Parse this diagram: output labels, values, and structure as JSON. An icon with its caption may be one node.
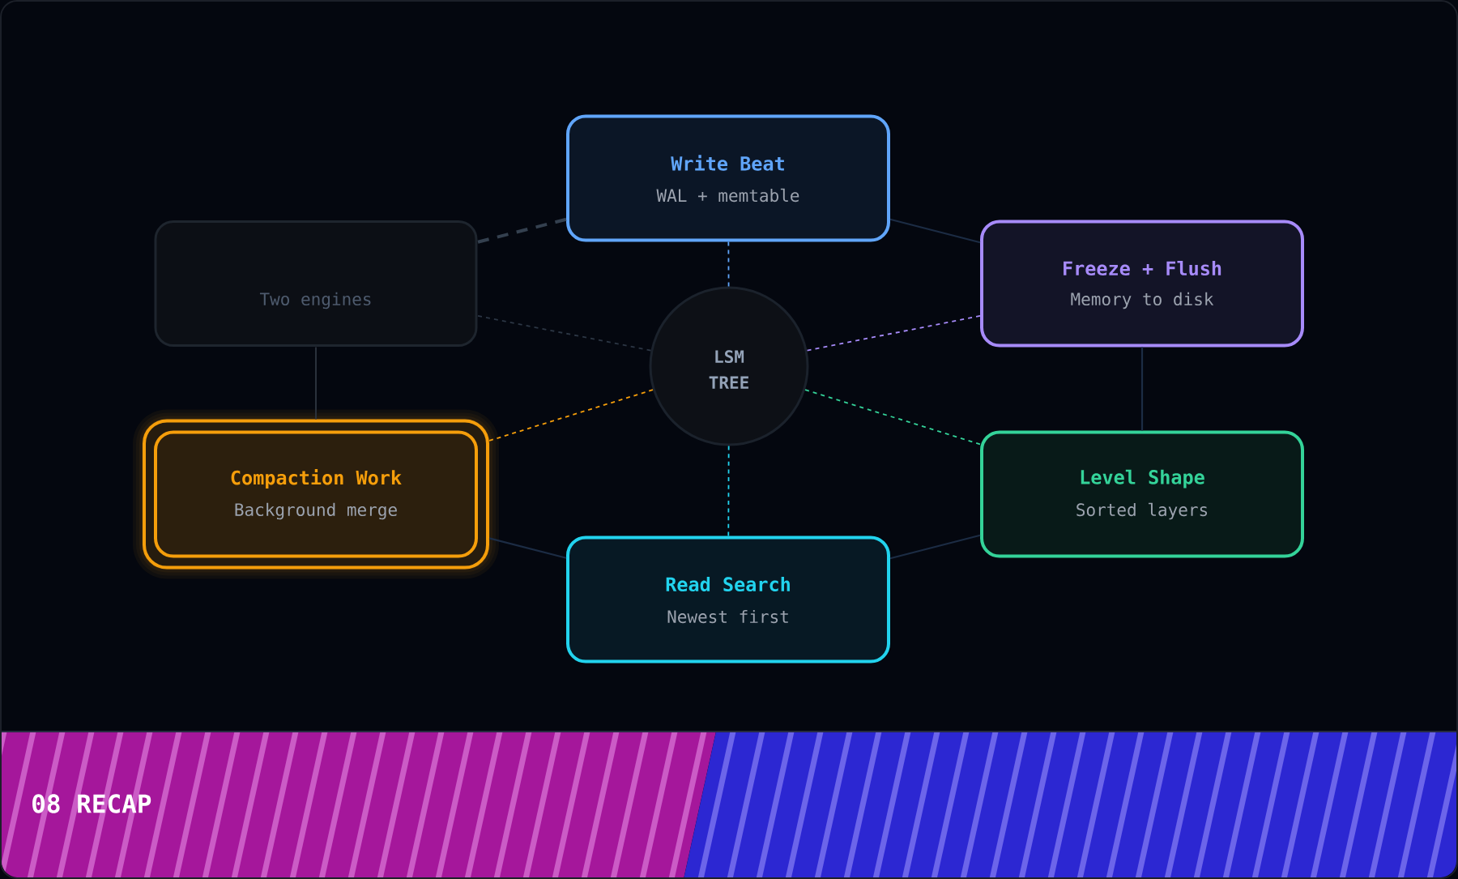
{
  "diagram": {
    "nodes": [
      {
        "text": [
          "Write Beat",
          "WAL + memtable"
        ]
      },
      {
        "text": [
          "Two engines"
        ]
      },
      {
        "text": [
          "Freeze + Flush",
          "Memory to disk"
        ]
      },
      {
        "text": [
          "LSM TREE"
        ]
      },
      {
        "text": [
          "Compaction Work",
          "Background merge"
        ]
      },
      {
        "text": [
          "Level Shape",
          "Sorted layers"
        ]
      },
      {
        "text": [
          "Read Search",
          "Newest first"
        ]
      }
    ],
    "edges": [
      {
        "from": 0,
        "to": 2,
        "arrow": "none"
      },
      {
        "from": 2,
        "to": 5,
        "arrow": "none"
      },
      {
        "from": 5,
        "to": 6,
        "arrow": "none"
      },
      {
        "from": 6,
        "to": 4,
        "arrow": "none"
      },
      {
        "from": 4,
        "to": 1,
        "arrow": "none",
        "color": "#2a313b"
      },
      {
        "from": 1,
        "to": 0,
        "arrow": "none",
        "style": "dashed",
        "color": "#34404f"
      },
      {
        "from": 3,
        "to": 0,
        "arrow": "none",
        "style": "dashed",
        "color": "#60a5fa"
      },
      {
        "from": 3,
        "to": 1,
        "arrow": "none",
        "style": "dashed",
        "color": "#2c3644"
      },
      {
        "from": 3,
        "to": 2,
        "arrow": "none",
        "style": "dashed",
        "color": "#a78bfa"
      },
      {
        "from": 3,
        "to": 4,
        "arrow": "none",
        "style": "dashed",
        "color": "#f59e0b"
      },
      {
        "from": 3,
        "to": 5,
        "arrow": "none",
        "style": "dashed",
        "color": "#34d399"
      },
      {
        "from": 3,
        "to": 6,
        "arrow": "none",
        "style": "dashed",
        "color": "#22d3ee"
      }
    ],
    "labels": [
      "08 RECAP"
    ]
  }
}
